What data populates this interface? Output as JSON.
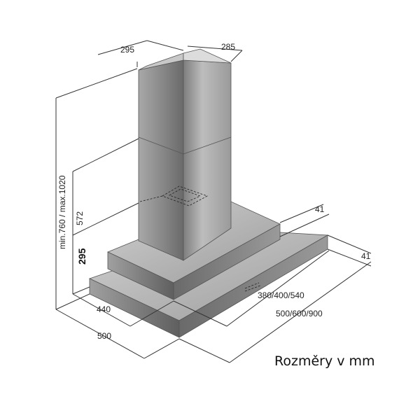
{
  "labels": {
    "chimney_left_depth": "295",
    "chimney_right_width": "285",
    "total_height": "min.760 / max.1020",
    "chimney_height": "572",
    "hood_height": "295",
    "front_upper_depth": "440",
    "front_lower_depth": "500",
    "top_edge_thickness": "41",
    "bottom_edge_thickness": "41",
    "upper_width": "380/400/540",
    "lower_width": "500/600/900"
  },
  "caption": "Rozměry v mm",
  "colors": {
    "line": "#333333",
    "steel_light": "#b9b9b9",
    "steel_mid": "#8f8f8f",
    "steel_dark": "#6e6e6e"
  }
}
